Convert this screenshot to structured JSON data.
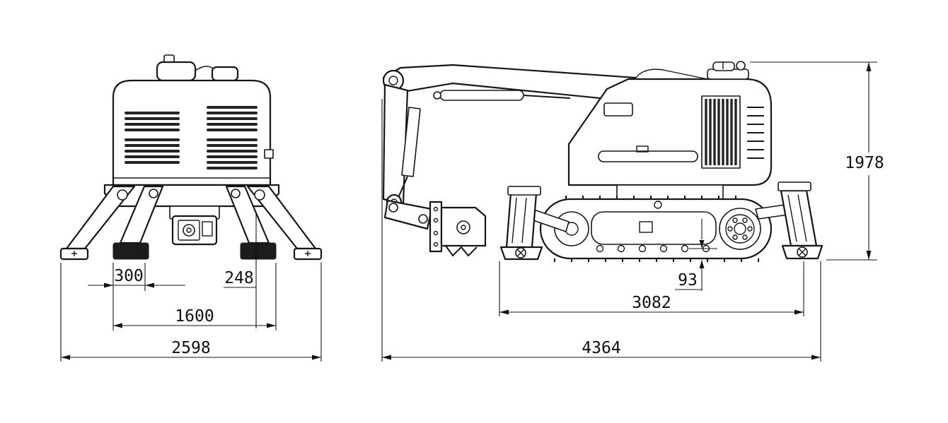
{
  "front_view": {
    "dim_300": "300",
    "dim_248": "248",
    "dim_1600": "1600",
    "dim_2598": "2598"
  },
  "side_view": {
    "dim_1978": "1978",
    "dim_93": "93",
    "dim_3082": "3082",
    "dim_4364": "4364"
  }
}
